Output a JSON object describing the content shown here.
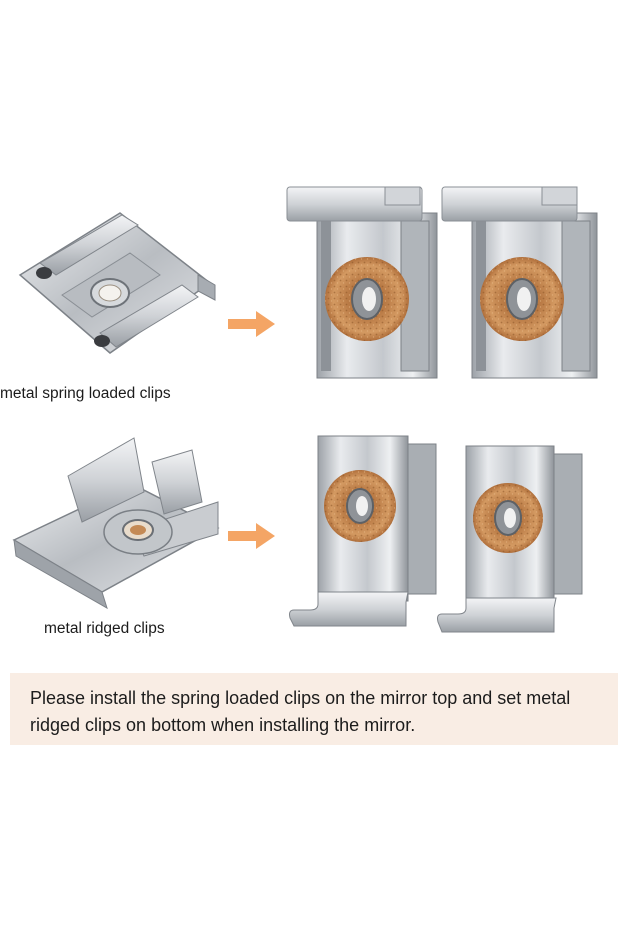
{
  "labels": {
    "spring": "metal spring loaded clips",
    "ridged": "metal ridged clips"
  },
  "note": {
    "text": "Please install the spring loaded clips on the mirror top and set metal ridged clips on bottom when installing the mirror."
  },
  "icons": {
    "arrow": "arrow-right-icon"
  },
  "colors": {
    "arrow": "#f4a565",
    "note_background": "#f9ede4",
    "cork": "#c98a52",
    "metal": "#c9ccd0"
  }
}
